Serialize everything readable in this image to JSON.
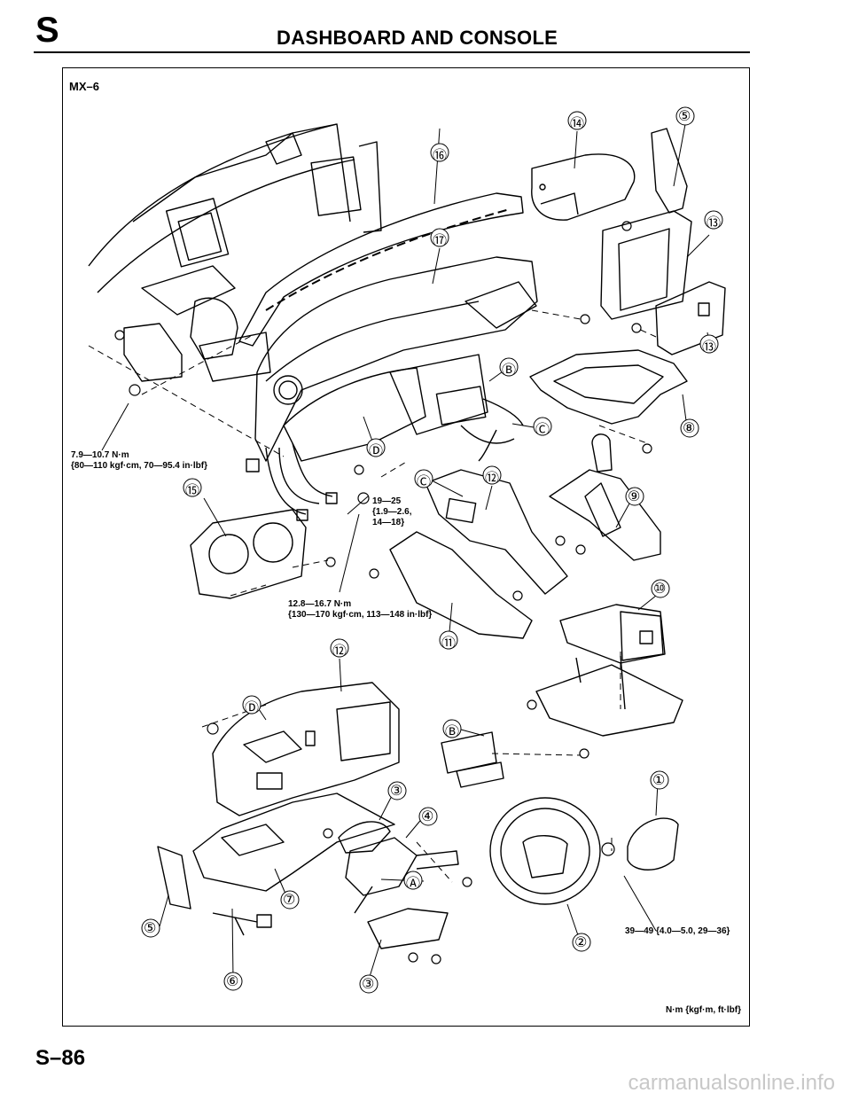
{
  "header": {
    "section_letter": "S",
    "title": "DASHBOARD AND CONSOLE"
  },
  "model": "MX–6",
  "torque_specs": [
    {
      "line1": "7.9—10.7 N·m",
      "line2": "{80—110 kgf·cm, 70—95.4 in·lbf}"
    },
    {
      "line1": "19—25",
      "line2": "{1.9—2.6,",
      "line3": "14—18}"
    },
    {
      "line1": "12.8—16.7 N·m",
      "line2": "{130—170 kgf·cm, 113—148 in·lbf}"
    },
    {
      "line1": "39—49 {4.0—5.0, 29—36}"
    }
  ],
  "callouts": [
    "⑭",
    "⑤",
    "⑯",
    "⑰",
    "⑬",
    "⑬",
    "Ⓑ",
    "Ⓒ",
    "⑧",
    "Ⓓ",
    "⑮",
    "Ⓒ",
    "⑫",
    "⑨",
    "⑩",
    "⑪",
    "⑫",
    "Ⓓ",
    "Ⓑ",
    "③",
    "④",
    "①",
    "Ⓐ",
    "⑦",
    "⑤",
    "②",
    "⑥",
    "③"
  ],
  "unit_legend": "N·m {kgf·m, ft·lbf}",
  "page_number": "S–86",
  "watermark": "carmanualsonline.info"
}
